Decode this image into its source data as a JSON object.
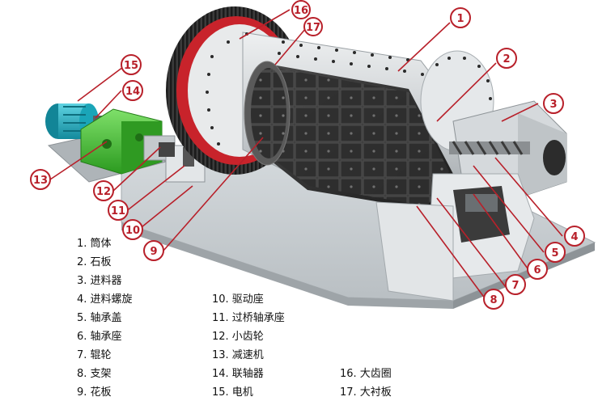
{
  "callouts": [
    {
      "num": "1"
    },
    {
      "num": "2"
    },
    {
      "num": "3"
    },
    {
      "num": "4"
    },
    {
      "num": "5"
    },
    {
      "num": "6"
    },
    {
      "num": "7"
    },
    {
      "num": "8"
    },
    {
      "num": "9"
    },
    {
      "num": "10"
    },
    {
      "num": "11"
    },
    {
      "num": "12"
    },
    {
      "num": "13"
    },
    {
      "num": "14"
    },
    {
      "num": "15"
    },
    {
      "num": "16"
    },
    {
      "num": "17"
    }
  ],
  "legend": {
    "items": [
      "1. 筒体",
      "2. 石板",
      "3. 进料器",
      "4. 进料螺旋",
      "5. 轴承盖",
      "6. 轴承座",
      "7. 辊轮",
      "8. 支架",
      "9. 花板",
      "10. 驱动座",
      "11. 过桥轴承座",
      "12. 小齿轮",
      "13. 减速机",
      "14. 联轴器",
      "15. 电机",
      "16. 大齿圈",
      "17. 大衬板"
    ]
  },
  "colors": {
    "callout_red": "#b8202a",
    "motor": "#1fb3c8",
    "reducer": "#3fbf2e",
    "gear_ring": "#c8232b",
    "shell_dark": "#2b2b2b",
    "steel": "#d9dde0"
  }
}
